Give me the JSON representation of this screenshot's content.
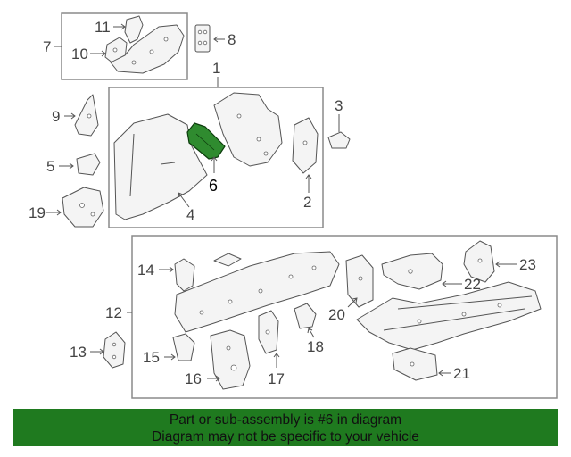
{
  "callouts": {
    "c1": "1",
    "c2": "2",
    "c3": "3",
    "c4": "4",
    "c5": "5",
    "c6": "6",
    "c7": "7",
    "c8": "8",
    "c9": "9",
    "c10": "10",
    "c11": "11",
    "c12": "12",
    "c13": "13",
    "c14": "14",
    "c15": "15",
    "c16": "16",
    "c17": "17",
    "c18": "18",
    "c19": "19",
    "c20": "20",
    "c21": "21",
    "c22": "22",
    "c23": "23"
  },
  "highlighted_part": "6",
  "colors": {
    "highlight": "#2f8b2f",
    "banner": "#1f7a1f",
    "outline": "#555555"
  },
  "banner": {
    "line1": "Part or sub-assembly is #6 in diagram",
    "line2": "Diagram may not be specific to your vehicle"
  }
}
